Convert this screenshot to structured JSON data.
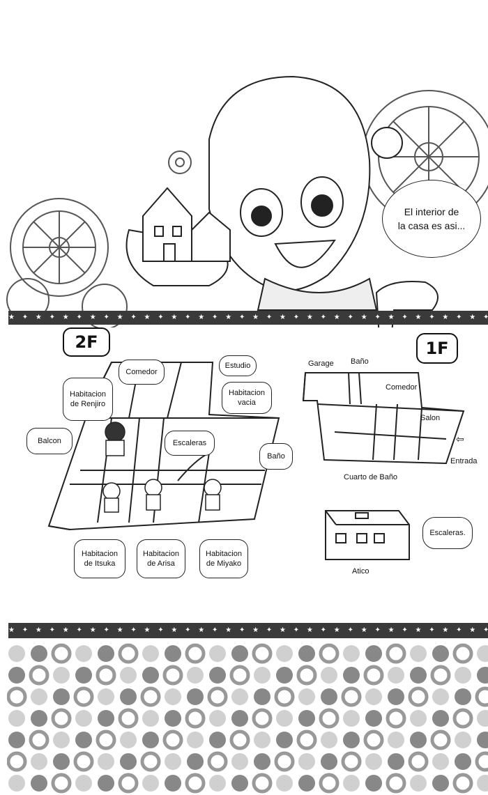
{
  "speech": {
    "line1": "El interior de",
    "line2": "la casa es asi..."
  },
  "floors": {
    "second": "2F",
    "first": "1F"
  },
  "second_floor": {
    "comedor": "Comedor",
    "estudio": "Estudio",
    "habitacion_renjiro": [
      "Habitacion",
      "de Renjiro"
    ],
    "habitacion_vacia": [
      "Habitacion",
      "vacia"
    ],
    "balcon": "Balcon",
    "escaleras": "Escaleras",
    "bano": "Baño",
    "habitacion_itsuka": [
      "Habitacion",
      "de Itsuka"
    ],
    "habitacion_arisa": [
      "Habitacion",
      "de Arisa"
    ],
    "habitacion_miyako": [
      "Habitacion",
      "de Miyako"
    ]
  },
  "first_floor": {
    "garage": "Garage",
    "bano": "Baño",
    "comedor": "Comedor",
    "salon": "Salon",
    "entrada": "Entrada",
    "cuarto_bano": "Cuarto de Baño",
    "atico": "Atico",
    "escaleras": "Escaleras."
  }
}
